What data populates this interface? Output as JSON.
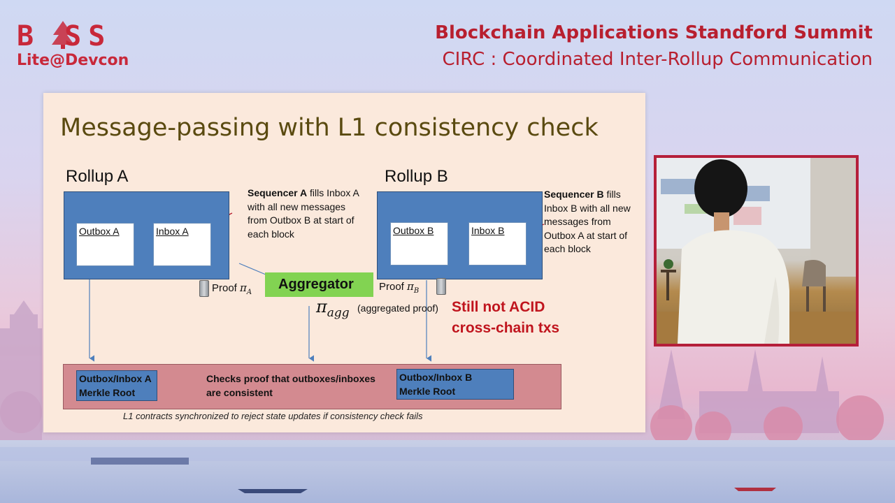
{
  "header": {
    "logo_top": "B  SS",
    "logo_sub": "Lite@Devcon",
    "title": "Blockchain Applications Standford Summit",
    "subtitle": "CIRC : Coordinated Inter-Rollup Communication"
  },
  "slide": {
    "title": "Message-passing with L1 consistency check",
    "rollup_a": {
      "label": "Rollup A",
      "outbox": "Outbox A",
      "inbox": "Inbox A",
      "note_bold": "Sequencer A",
      "note_rest": " fills Inbox A with all new messages from Outbox B at start of each block"
    },
    "rollup_b": {
      "label": "Rollup B",
      "outbox": "Outbox B",
      "inbox": "Inbox B",
      "note_bold": "Sequencer B",
      "note_rest": " fills Inbox B with all new messages from Outbox A at start of each block"
    },
    "aggregator": "Aggregator",
    "proof_a_label": "Proof ",
    "proof_a_symbol": "π",
    "proof_a_sub": "A",
    "proof_b_label": "Proof ",
    "proof_b_symbol": "π",
    "proof_b_sub": "B",
    "pi_agg_symbol": "π",
    "pi_agg_sub": "agg",
    "aggregated_proof": "(aggregated proof)",
    "acid_line1": "Still not ACID",
    "acid_line2": "cross-chain txs",
    "l1": {
      "merkle_a_line1": "Outbox/Inbox A",
      "merkle_a_line2": "Merkle Root",
      "check_line1": "Checks proof that outboxes/inboxes",
      "check_line2": "are consistent",
      "merkle_b_line1": "Outbox/Inbox B",
      "merkle_b_line2": "Merkle Root"
    },
    "footer_note": "L1 contracts synchronized to reject state updates if consistency check fails"
  },
  "colors": {
    "brand_red": "#b81f2f",
    "slide_bg": "#fbe9dc",
    "rollup_blue": "#4e7fbc",
    "aggregator_green": "#82d352",
    "l1_pink": "#d38a90",
    "acid_red": "#c0151e"
  }
}
